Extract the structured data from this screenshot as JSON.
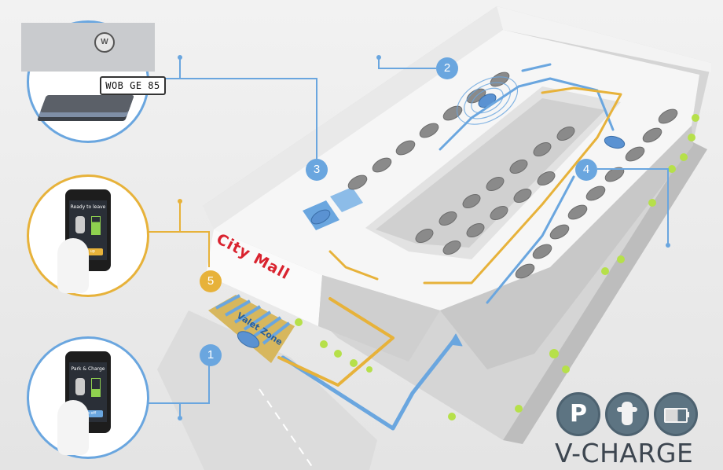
{
  "callouts": [
    {
      "number": "1",
      "color": "#6aa6df"
    },
    {
      "number": "2",
      "color": "#6aa6df"
    },
    {
      "number": "3",
      "color": "#6aa6df"
    },
    {
      "number": "4",
      "color": "#6aa6df"
    },
    {
      "number": "5",
      "color": "#e7b23a"
    }
  ],
  "license_plate": "WOB GE 85",
  "phone_top": {
    "title": "Ready to leave",
    "button": "Pick up"
  },
  "phone_bottom": {
    "title": "Park & Charge",
    "button": "Drop off"
  },
  "building_sign": "City Mall",
  "valet_label": "Valet Zone",
  "brand": {
    "title": "V-CHARGE",
    "icon_letter": "P",
    "icons": [
      "parking-icon",
      "robot-icon",
      "battery-icon"
    ]
  },
  "colors": {
    "accent_blue": "#6aa6df",
    "accent_gold": "#e7b23a",
    "sign_red": "#d9232f"
  }
}
